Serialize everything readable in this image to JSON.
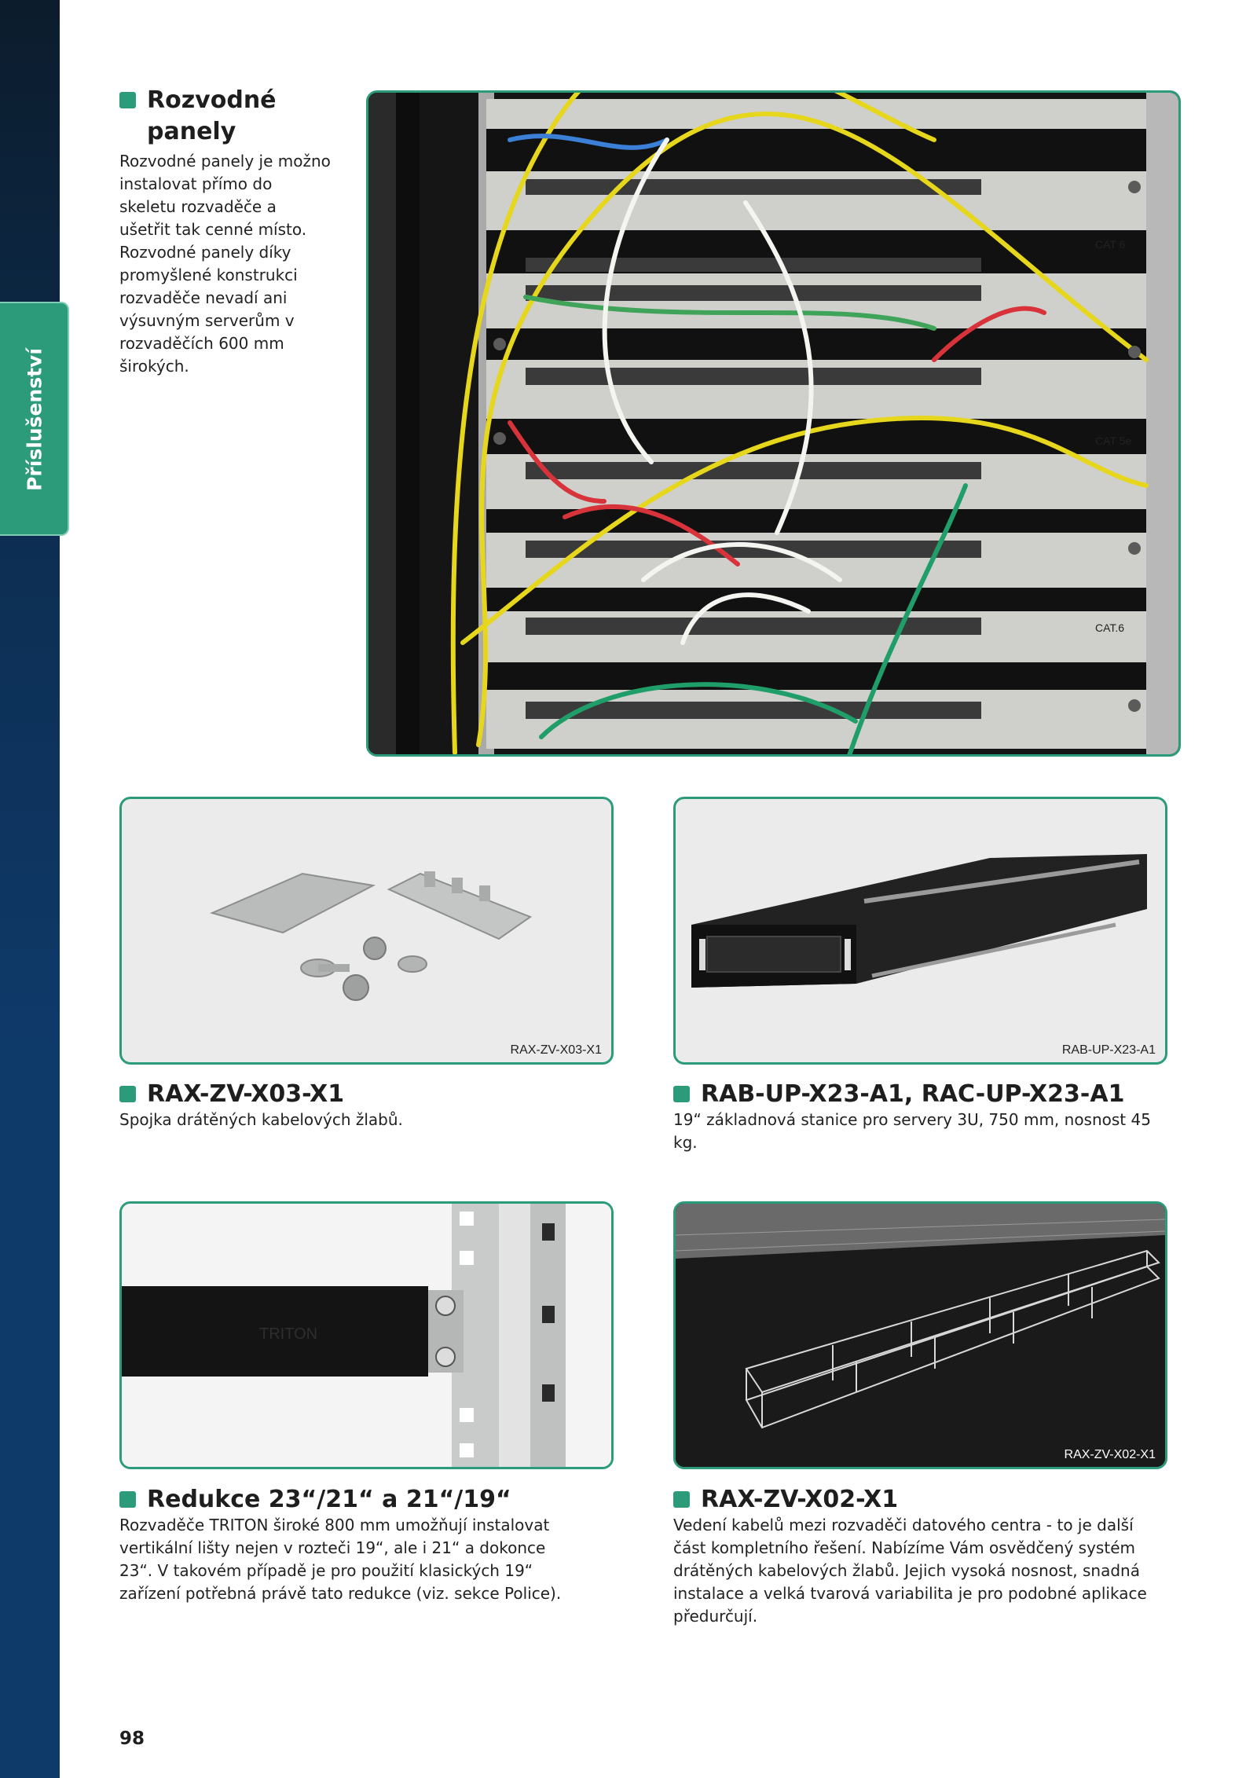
{
  "sidebar": {
    "tab_label": "Příslušenství"
  },
  "sections": {
    "panels": {
      "title": "Rozvodné panely",
      "text": "Rozvodné panely je možno instalovat přímo do skeletu rozvaděče a ušetřit tak cenné místo. Rozvodné panely díky promyšlené konstrukci rozvaděče nevadí ani výsuvným serverům v rozvaděčích 600 mm širokých."
    },
    "rax_zv_x03": {
      "image_code": "RAX-ZV-X03-X1",
      "title": "RAX-ZV-X03-X1",
      "text": "Spojka drátěných kabelových žlabů."
    },
    "rab_up": {
      "image_code": "RAB-UP-X23-A1",
      "title": "RAB-UP-X23-A1, RAC-UP-X23-A1",
      "text": "19“ základnová stanice pro servery 3U, 750 mm, nosnost 45 kg."
    },
    "redukce": {
      "title": "Redukce 23“/21“ a 21“/19“",
      "text": "Rozvaděče TRITON široké 800 mm umožňují instalovat vertikální lišty nejen v rozteči 19“, ale i 21“ a dokonce 23“. V takovém případě je pro použití klasických 19“ zařízení potřebná právě tato redukce (viz. sekce Police).",
      "image_brand": "TRITON"
    },
    "rax_zv_x02": {
      "image_code": "RAX-ZV-X02-X1",
      "title": "RAX-ZV-X02-X1",
      "text": "Vedení kabelů mezi rozvaděči datového centra - to je další část kompletního řešení. Nabízíme Vám osvědčený systém drátěných kabelových žlabů. Jejich vysoká nosnost, snadná instalace a velká tvarová variabilita je pro podobné aplikace předurčují."
    }
  },
  "patch_panel_labels": {
    "cat6": "CAT 6",
    "cat5e": "CAT 5e",
    "cat6_2": "CAT.6"
  },
  "page_number": "98",
  "colors": {
    "accent": "#2b9b7a",
    "sidebar": "#0e3a6a"
  }
}
